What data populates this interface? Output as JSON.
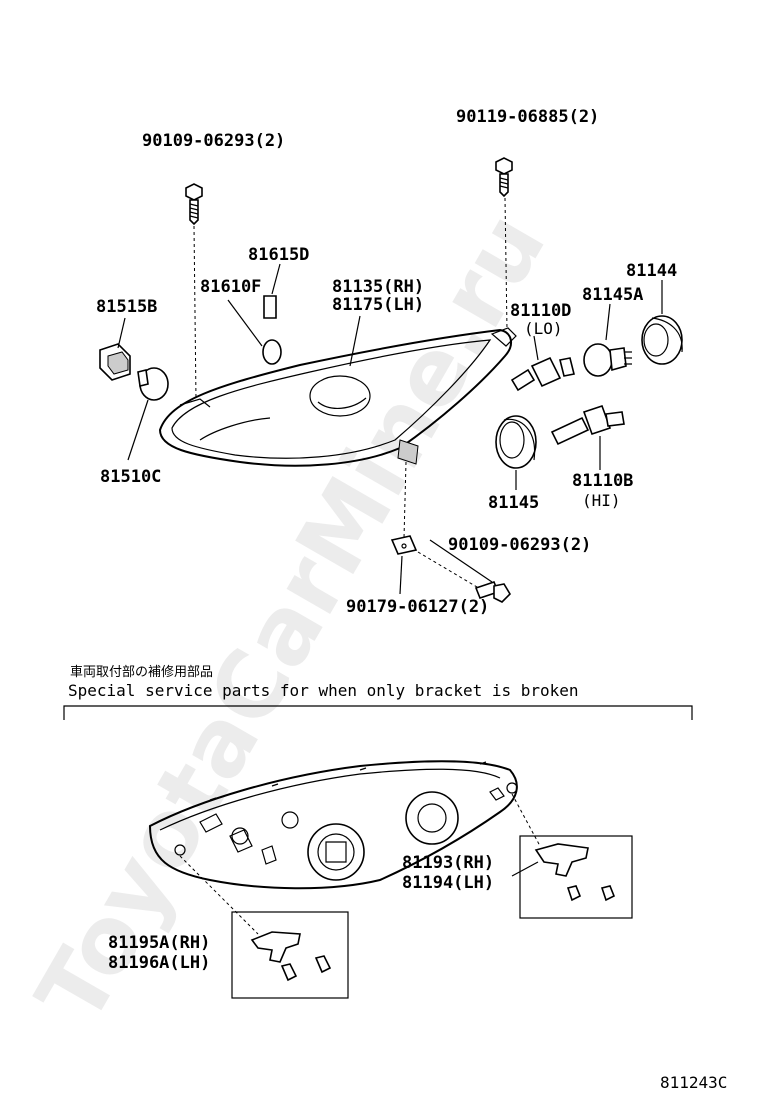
{
  "labels": {
    "p90109_top": "90109-06293(2)",
    "p90119": "90119-06885(2)",
    "p81615d": "81615D",
    "p81610f": "81610F",
    "p81135": "81135(RH)",
    "p81175": "81175(LH)",
    "p81515b": "81515B",
    "p81510c": "81510C",
    "p81110d": "81110D",
    "p81110d_sub": "(LO)",
    "p81145a": "81145A",
    "p81144": "81144",
    "p81145": "81145",
    "p81110b": "81110B",
    "p81110b_sub": "(HI)",
    "p90109_bottom": "90109-06293(2)",
    "p90179": "90179-06127(2)",
    "p81193": "81193(RH)",
    "p81194": "81194(LH)",
    "p81195a": "81195A(RH)",
    "p81196a": "81196A(LH)"
  },
  "notes": {
    "japanese": "車両取付部の補修用部品",
    "english": "Special service parts for when only bracket is broken"
  },
  "diagram_code": "811243C",
  "watermark": "ToyotaCarMine.ru"
}
